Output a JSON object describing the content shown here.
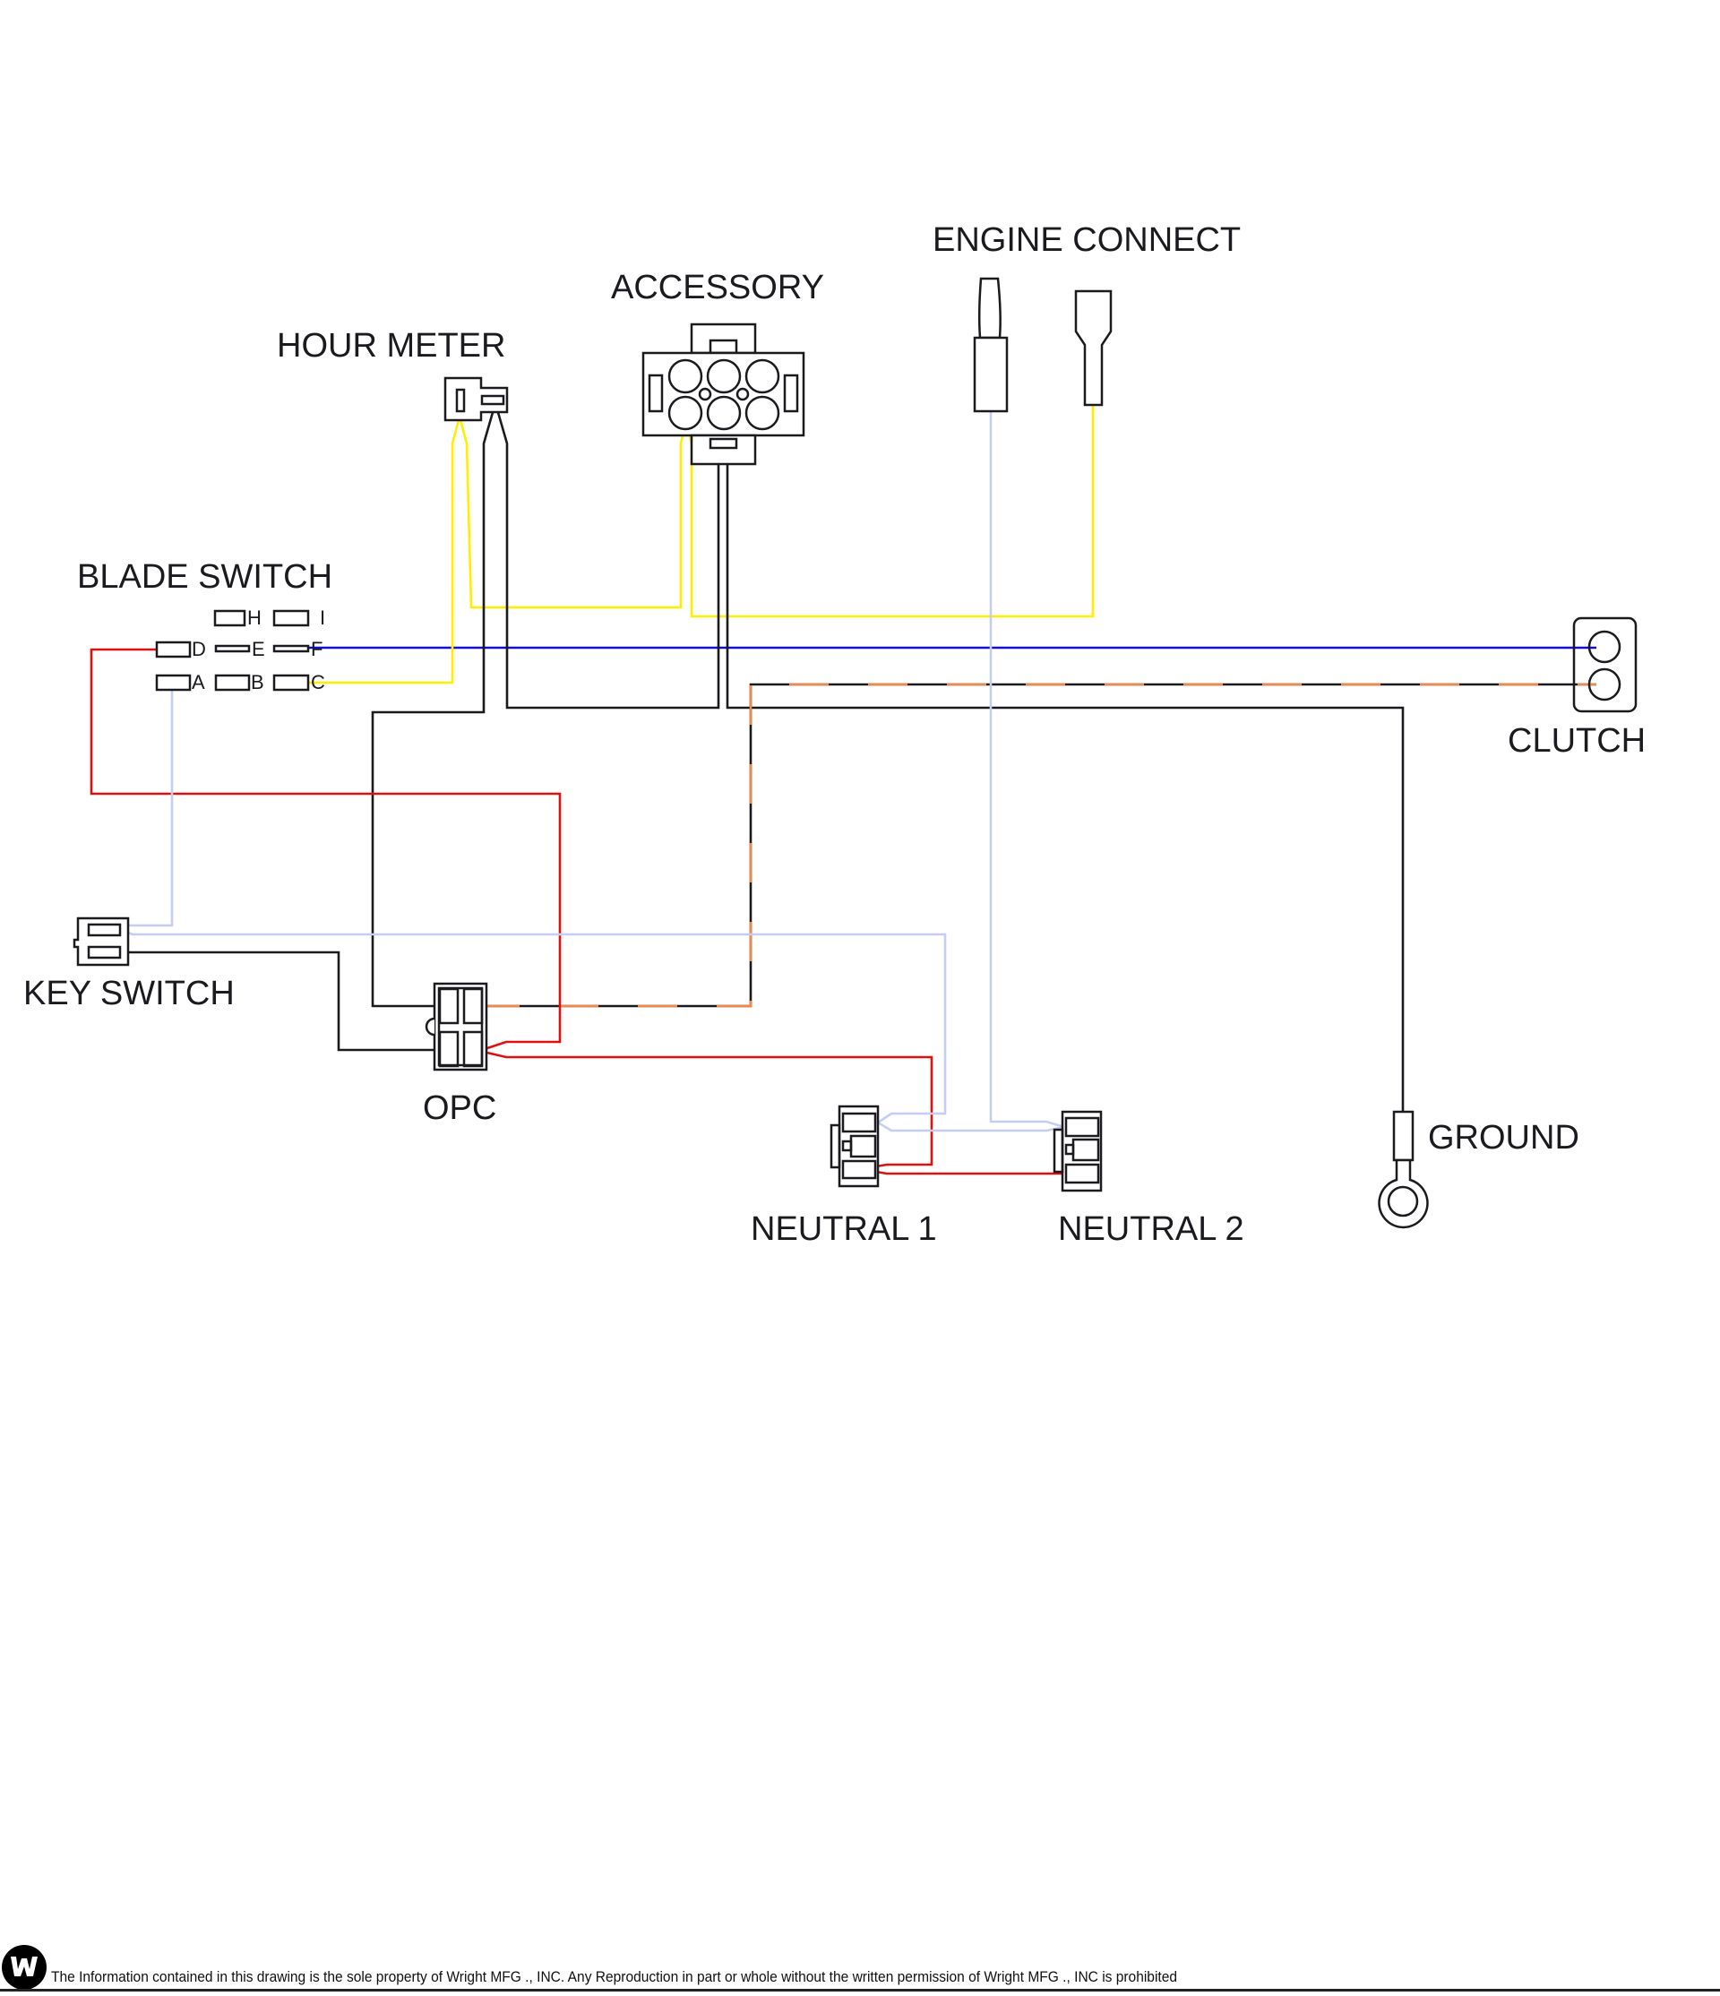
{
  "diagram": {
    "type": "wiring-harness",
    "components": {
      "hour_meter": "HOUR METER",
      "accessory": "ACCESSORY",
      "engine_connect": "ENGINE CONNECT",
      "blade_switch": "BLADE SWITCH",
      "clutch": "CLUTCH",
      "key_switch": "KEY SWITCH",
      "opc": "OPC",
      "neutral_1": "NEUTRAL 1",
      "neutral_2": "NEUTRAL 2",
      "ground": "GROUND"
    },
    "blade_switch_pins": [
      "H",
      "I",
      "D",
      "E",
      "F",
      "A",
      "B",
      "C"
    ],
    "wire_colors": {
      "black": "#1a1a1f",
      "red": "#e01010",
      "yellow": "#ffee00",
      "blue": "#1010d0",
      "light_blue": "#c5cdf0",
      "orange": "#f08a4b"
    },
    "wires": [
      {
        "from": "BLADE SWITCH F",
        "to": "CLUTCH",
        "color": "blue"
      },
      {
        "from": "BLADE SWITCH C",
        "to": "HOUR METER",
        "color": "yellow"
      },
      {
        "from": "HOUR METER",
        "to": "ACCESSORY",
        "color": "yellow"
      },
      {
        "from": "ACCESSORY",
        "to": "ENGINE CONNECT",
        "color": "yellow"
      },
      {
        "from": "BLADE SWITCH D",
        "to": "OPC",
        "color": "red"
      },
      {
        "from": "OPC",
        "to": "NEUTRAL 1",
        "color": "red"
      },
      {
        "from": "NEUTRAL 1",
        "to": "NEUTRAL 2",
        "color": "red"
      },
      {
        "from": "BLADE SWITCH A",
        "to": "KEY SWITCH",
        "color": "light_blue"
      },
      {
        "from": "KEY SWITCH",
        "to": "NEUTRAL 1",
        "color": "light_blue"
      },
      {
        "from": "ENGINE CONNECT",
        "to": "NEUTRAL 2",
        "color": "light_blue"
      },
      {
        "from": "OPC",
        "to": "CLUTCH",
        "color": "black/orange"
      },
      {
        "from": "ACCESSORY",
        "to": "GROUND",
        "color": "black"
      },
      {
        "from": "HOUR METER",
        "to": "OPC",
        "color": "black"
      },
      {
        "from": "KEY SWITCH",
        "to": "OPC",
        "color": "black"
      }
    ]
  },
  "footer": {
    "logo": "wright-logo-icon",
    "notice": "The Information contained in this drawing is the sole property of Wright MFG ., INC. Any Reproduction in part or whole without the written permission of Wright MFG ., INC is prohibited"
  }
}
